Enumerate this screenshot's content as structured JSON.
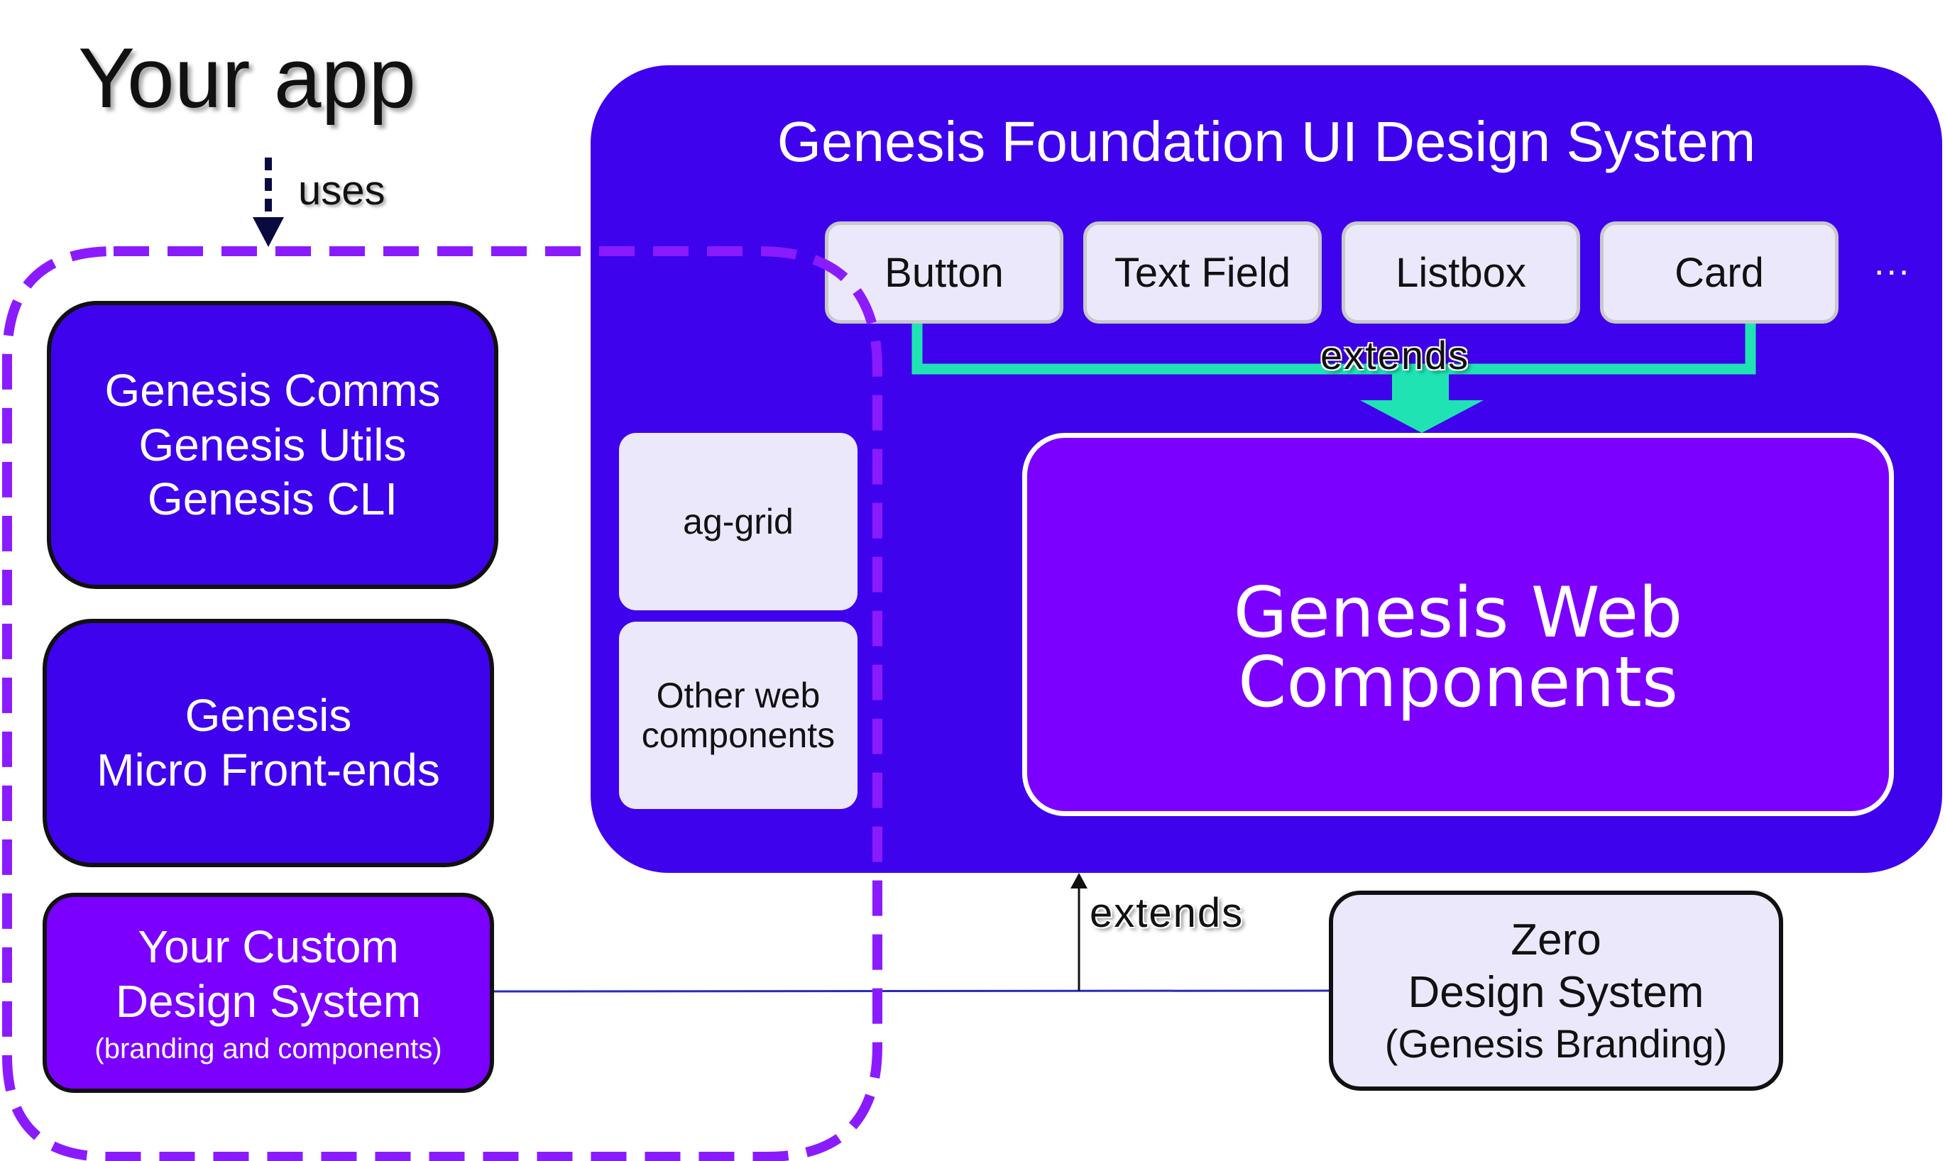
{
  "app_title": "Your app",
  "uses_label": "uses",
  "foundation": {
    "title": "Genesis Foundation UI Design System",
    "components": [
      "Button",
      "Text Field",
      "Listbox",
      "Card"
    ],
    "more_label": "...",
    "extends_label": "extends",
    "web_components_label": "Genesis Web Components",
    "tiles": [
      "ag-grid",
      "Other web components"
    ]
  },
  "left_boxes": {
    "libraries": [
      "Genesis Comms",
      "Genesis Utils",
      "Genesis CLI"
    ],
    "micro_frontends": [
      "Genesis",
      "Micro Front-ends"
    ],
    "custom": {
      "line1": "Your Custom",
      "line2": "Design System",
      "sub": "(branding and components)"
    }
  },
  "zero": {
    "line1": "Zero",
    "line2": "Design System",
    "sub": "(Genesis Branding)"
  },
  "extends_bottom_label": "extends",
  "colors": {
    "foundation": "#3f02ec",
    "web_components": "#7c00ff",
    "dashed_outline": "#8a1bff",
    "connector_teal": "#1fe3b3",
    "chip_fill": "#ece8fb"
  }
}
